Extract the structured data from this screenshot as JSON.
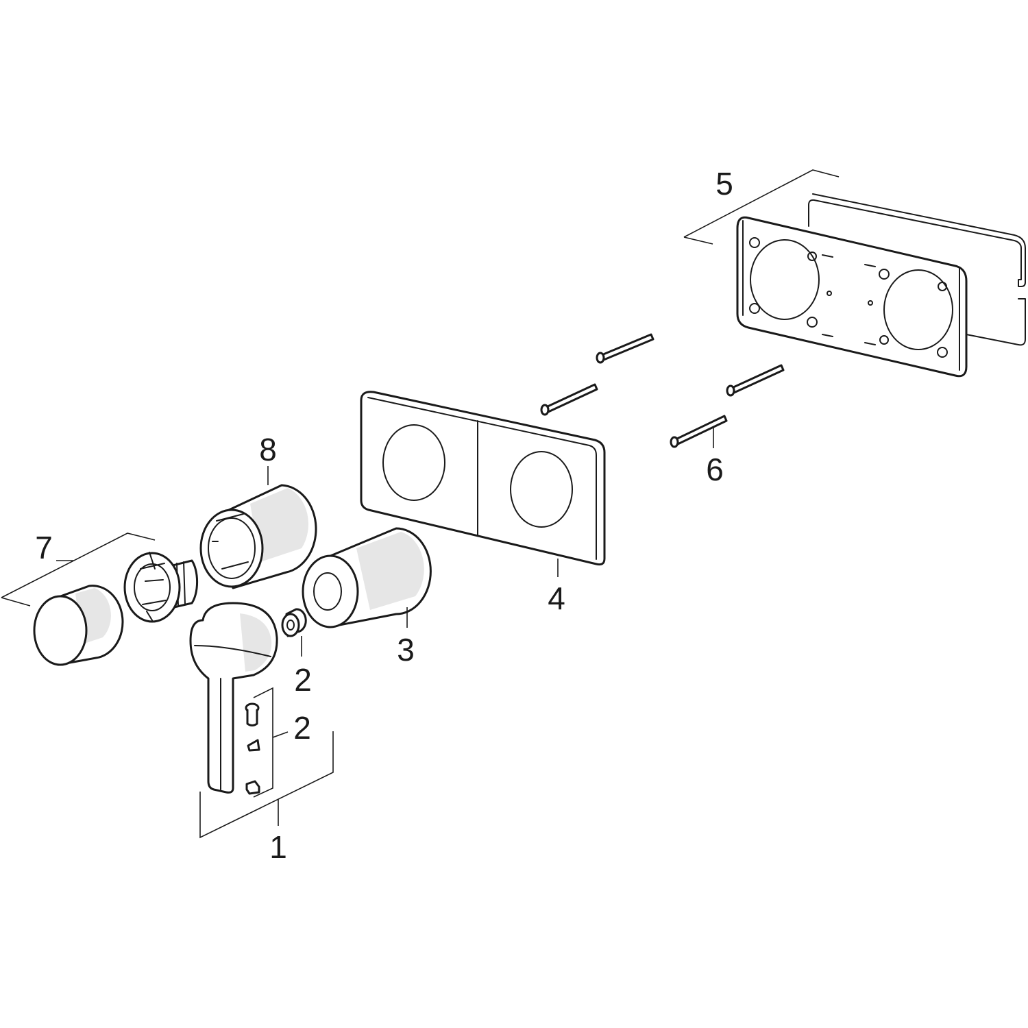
{
  "callouts": {
    "c1": "1",
    "c2a": "2",
    "c2b": "2",
    "c3": "3",
    "c4": "4",
    "c5": "5",
    "c6": "6",
    "c7": "7",
    "c8": "8"
  },
  "colors": {
    "line": "#1a1a1a",
    "background": "#ffffff",
    "shade": "#e6e6e6"
  }
}
